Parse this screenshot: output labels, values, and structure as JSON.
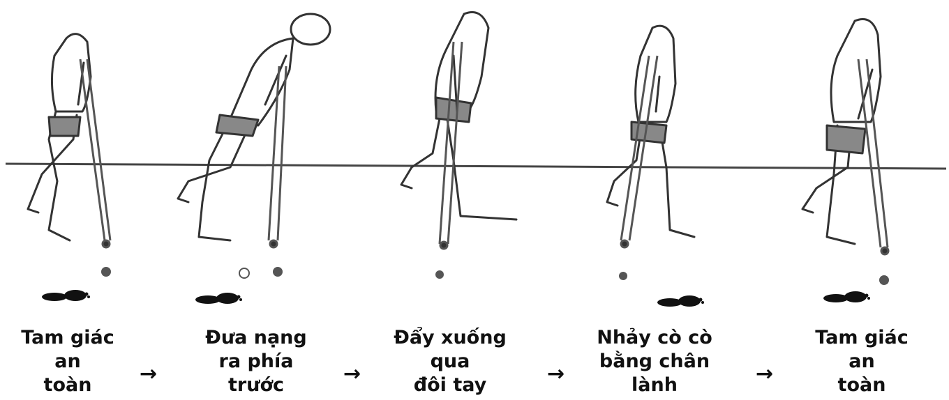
{
  "steps": [
    {
      "label": "Tam giác\nan\ntoàn"
    },
    {
      "label": "Đưa nạng\nra phía\ntrước"
    },
    {
      "label": "Đẩy xuống\nqua\nđôi tay"
    },
    {
      "label": "Nhảy cò cò\nbằng chân\nlành"
    },
    {
      "label": "Tam giác\nan\ntoàn"
    }
  ],
  "arrow_glyph": "→",
  "colors": {
    "ink": "#111111",
    "crutch_dot": "#555555",
    "ground": "#444444"
  }
}
